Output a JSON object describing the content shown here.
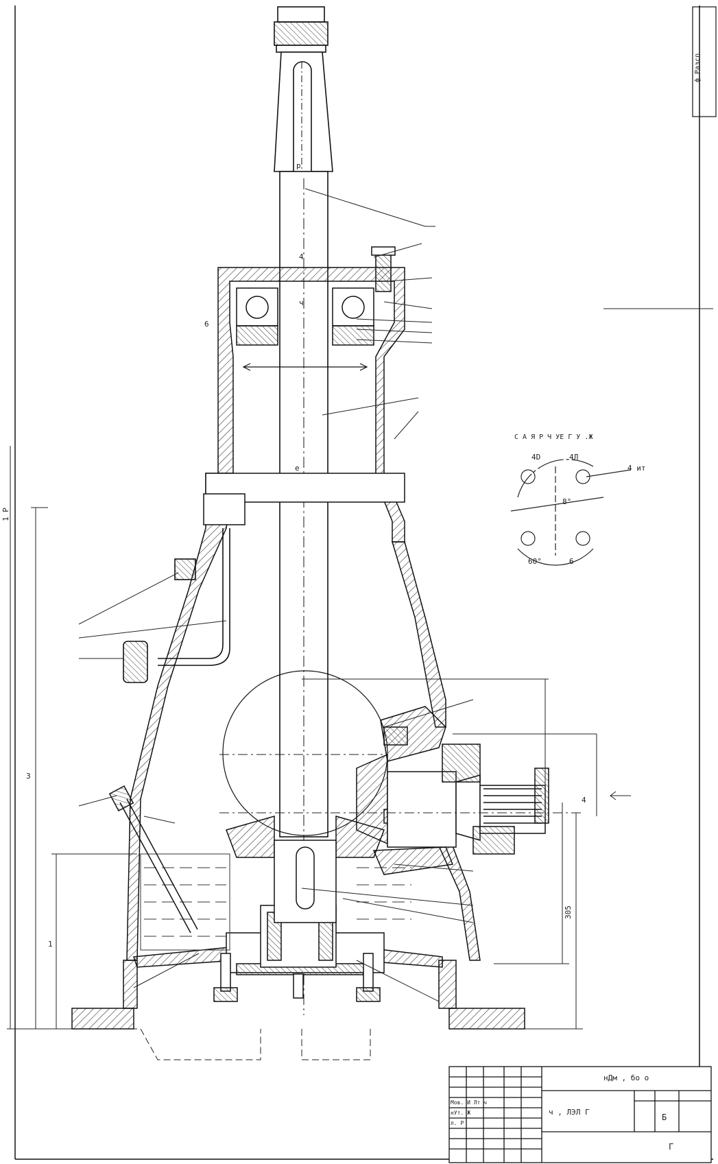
{
  "stamp": {
    "text": "ф Разсп"
  },
  "dimensions": {
    "main_height": "1 Р",
    "dim_side": "3",
    "dim_lower": "1",
    "dim_305": "305",
    "dim_small": "4"
  },
  "section_view": {
    "title": "С  А Я Р Ч УЕ  Г   У .Ж",
    "angle_top_left": "4D",
    "angle_top_right": "4Л",
    "angle_bottom_left": "60°",
    "angle_bottom_right": "6",
    "center_label": "8°",
    "callout": "4 ит"
  },
  "shaft_labels": {
    "top": "р",
    "upper": "4",
    "mid": "ч",
    "bearing": "6",
    "center": "е"
  },
  "title_block": {
    "title": "нДм , бо  о",
    "name": "ч  ,  ЛЭЛ    Г",
    "sheet": "Б",
    "scale": "Г",
    "rows": [
      "Мов.  И  Лт ч",
      "нУт. Ж",
      "л. Р"
    ]
  }
}
